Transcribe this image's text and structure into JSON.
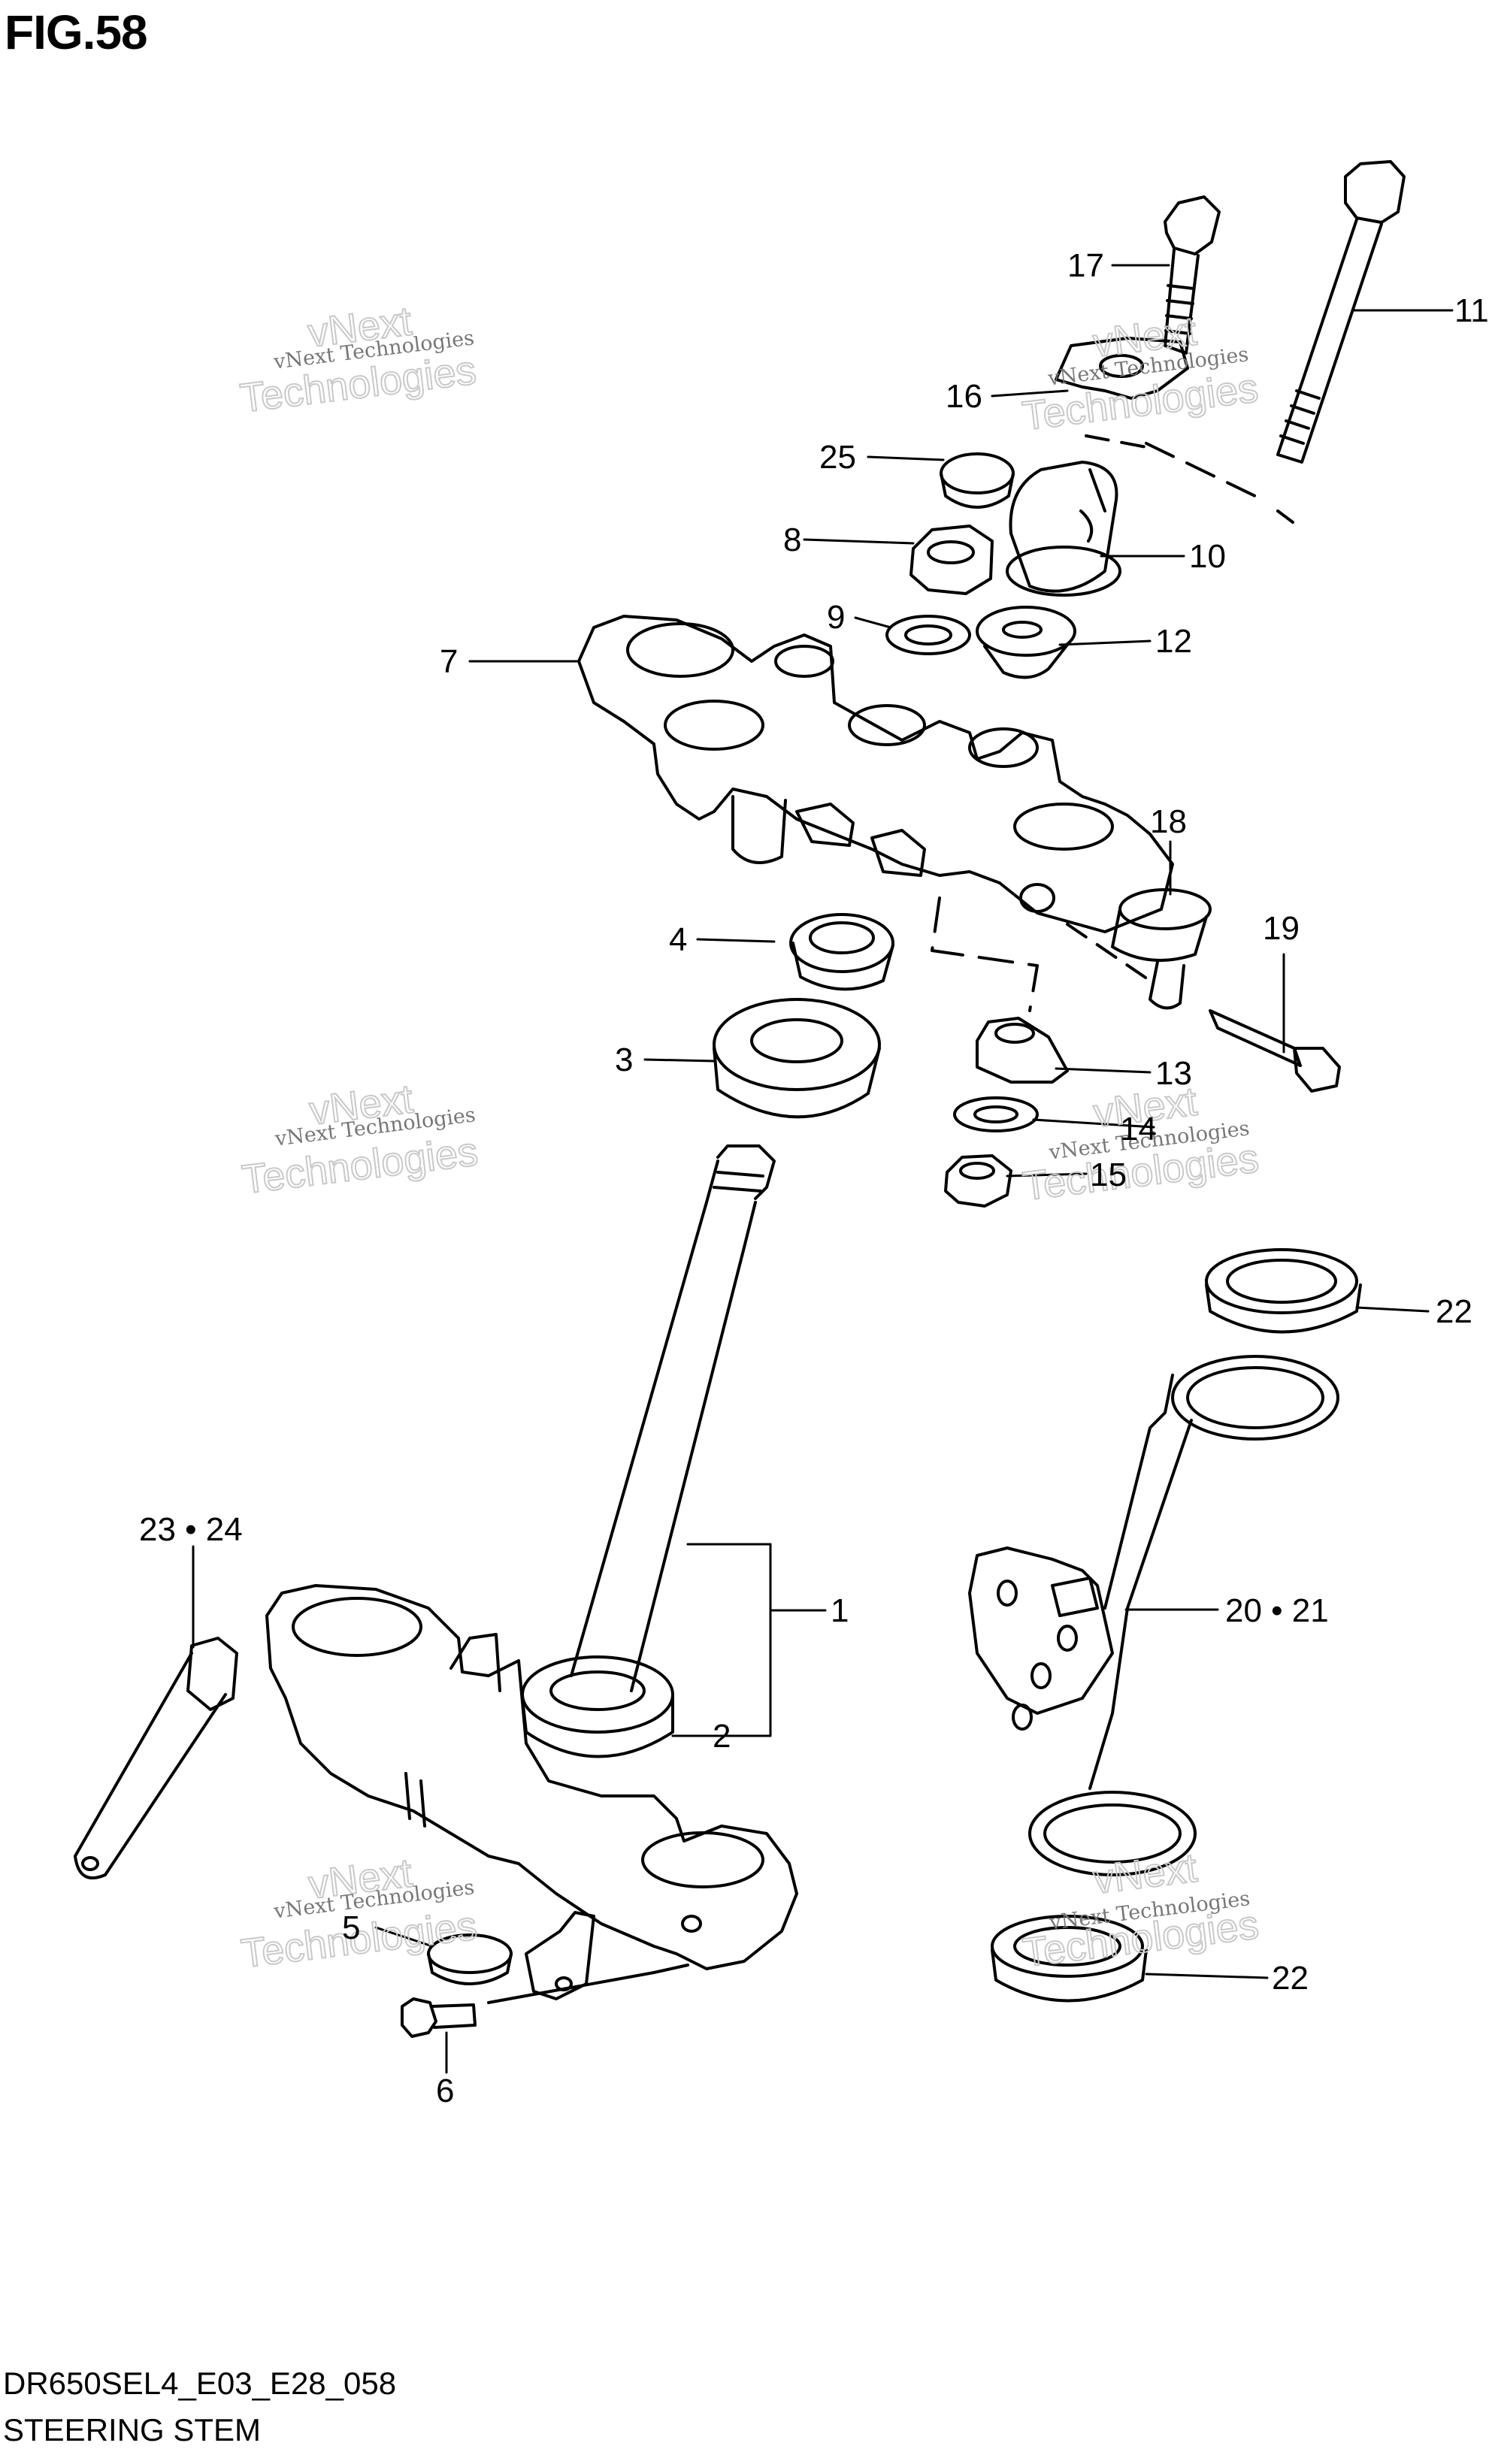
{
  "figure_title": "FIG.58",
  "footer": {
    "diagram_code": "DR650SEL4_E03_E28_058",
    "diagram_name": "STEERING STEM"
  },
  "watermark": {
    "line1": "vNext Technologies",
    "line2": "vNext",
    "line3": "Technologies"
  },
  "callouts": [
    {
      "id": "1",
      "text": "1"
    },
    {
      "id": "2",
      "text": "2"
    },
    {
      "id": "3",
      "text": "3"
    },
    {
      "id": "4",
      "text": "4"
    },
    {
      "id": "5",
      "text": "5"
    },
    {
      "id": "6",
      "text": "6"
    },
    {
      "id": "7",
      "text": "7"
    },
    {
      "id": "8",
      "text": "8"
    },
    {
      "id": "9",
      "text": "9"
    },
    {
      "id": "10",
      "text": "10"
    },
    {
      "id": "11",
      "text": "11"
    },
    {
      "id": "12",
      "text": "12"
    },
    {
      "id": "13",
      "text": "13"
    },
    {
      "id": "14",
      "text": "14"
    },
    {
      "id": "15",
      "text": "15"
    },
    {
      "id": "16",
      "text": "16"
    },
    {
      "id": "17",
      "text": "17"
    },
    {
      "id": "18",
      "text": "18"
    },
    {
      "id": "19",
      "text": "19"
    },
    {
      "id": "20_21",
      "text": "20 • 21"
    },
    {
      "id": "22a",
      "text": "22"
    },
    {
      "id": "22b",
      "text": "22"
    },
    {
      "id": "23_24",
      "text": "23 • 24"
    },
    {
      "id": "25",
      "text": "25"
    }
  ]
}
